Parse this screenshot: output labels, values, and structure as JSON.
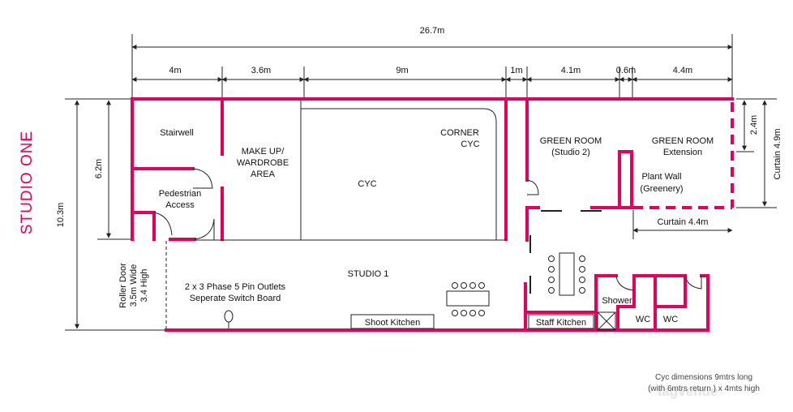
{
  "colors": {
    "wall": "#e6005c",
    "line": "#222222",
    "title": "#e6005c"
  },
  "title": "STUDIO ONE",
  "dimensions": {
    "total": "26.7m",
    "seg1": "4m",
    "seg2": "3.6m",
    "seg3": "9m",
    "seg4": "1m",
    "seg5": "4.1m",
    "seg6": "0.6m",
    "seg7": "4.4m",
    "height_total": "10.3m",
    "height_upper": "6.2m",
    "curtain_short": "2.4m",
    "curtain_side": "Curtain 4.9m",
    "curtain_bottom": "Curtain 4.4m"
  },
  "rooms": {
    "stairwell": "Stairwell",
    "pedestrian": [
      "Pedestrian",
      "Access"
    ],
    "makeup": [
      "MAKE UP/",
      "WARDROBE",
      "AREA"
    ],
    "cyc": "CYC",
    "corner_cyc": [
      "CORNER",
      "CYC"
    ],
    "green_room": [
      "GREEN ROOM",
      "(Studio 2)"
    ],
    "green_ext": [
      "GREEN ROOM",
      "Extension"
    ],
    "plant_wall": [
      "Plant Wall",
      "(Greenery)"
    ],
    "studio1": "STUDIO 1",
    "outlets": [
      "2 x 3 Phase 5 Pin Outlets",
      "Seperate Switch Board"
    ],
    "roller_door": [
      "Roller Door",
      "3.5m Wide",
      "3.4 High"
    ],
    "shoot_kitchen": "Shoot Kitchen",
    "staff_kitchen": "Staff Kitchen",
    "shower": "Shower",
    "wc1": "WC",
    "wc2": "WC"
  },
  "note": [
    "Cyc dimensions 9mtrs long",
    "(with 6mtrs return ) x 4mts high"
  ],
  "watermark": "tagvenue"
}
